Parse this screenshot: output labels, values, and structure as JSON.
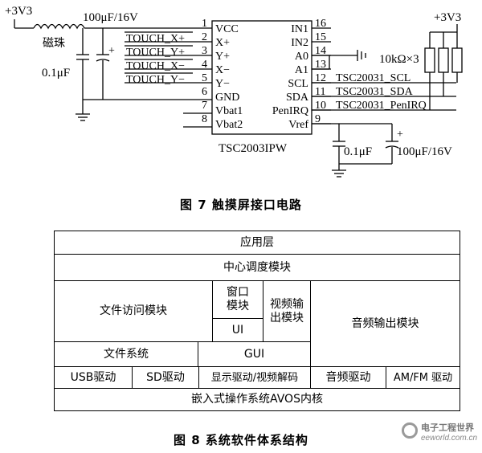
{
  "fig7": {
    "caption": "图 7    触摸屏接口电路",
    "chip_name": "TSC2003IPW",
    "left_pins": [
      {
        "num": "1",
        "name": "VCC"
      },
      {
        "num": "2",
        "name": "X+"
      },
      {
        "num": "3",
        "name": "Y+"
      },
      {
        "num": "4",
        "name": "X−"
      },
      {
        "num": "5",
        "name": "Y−"
      },
      {
        "num": "6",
        "name": "GND"
      },
      {
        "num": "7",
        "name": "Vbat1"
      },
      {
        "num": "8",
        "name": "Vbat2"
      }
    ],
    "right_pins": [
      {
        "num": "16",
        "name": "IN1"
      },
      {
        "num": "15",
        "name": "IN2"
      },
      {
        "num": "14",
        "name": "A0"
      },
      {
        "num": "13",
        "name": "A1"
      },
      {
        "num": "12",
        "name": "SCL"
      },
      {
        "num": "11",
        "name": "SDA"
      },
      {
        "num": "10",
        "name": "PenIRQ"
      },
      {
        "num": "9",
        "name": "Vref"
      }
    ],
    "vcc_left": "+3V3",
    "vcc_right": "+3V3",
    "bead_label": "磁珠",
    "cap_left_big": "100μF/16V",
    "cap_left_small": "0.1μF",
    "touch_labels": [
      "TOUCH_X+",
      "TOUCH_Y+",
      "TOUCH_X−",
      "TOUCH_Y−"
    ],
    "net_scl": "TSC20031_SCL",
    "net_sda": "TSC20031_SDA",
    "net_irq": "TSC20031_PenIRQ",
    "resistor_label": "10kΩ×3",
    "cap_vref_small": "0.1μF",
    "cap_vref_big": "100μF/16V",
    "plus_sign": "+"
  },
  "fig8": {
    "caption": "图 8    系统软件体系结构",
    "app_layer": "应用层",
    "center_scheduler": "中心调度模块",
    "file_access": "文件访问模块",
    "window_module": "窗口模块",
    "ui": "UI",
    "video_output": "视频输出模块",
    "audio_output": "音频输出模块",
    "file_system": "文件系统",
    "gui": "GUI",
    "usb_driver": "USB驱动",
    "sd_driver": "SD驱动",
    "display_driver": "显示驱动/视频解码",
    "audio_driver": "音频驱动",
    "amfm_driver": "AM/FM 驱动",
    "kernel": "嵌入式操作系统AVOS内核"
  },
  "watermark": {
    "brand": "电子工程世界",
    "url": "eeworld.com.cn"
  }
}
